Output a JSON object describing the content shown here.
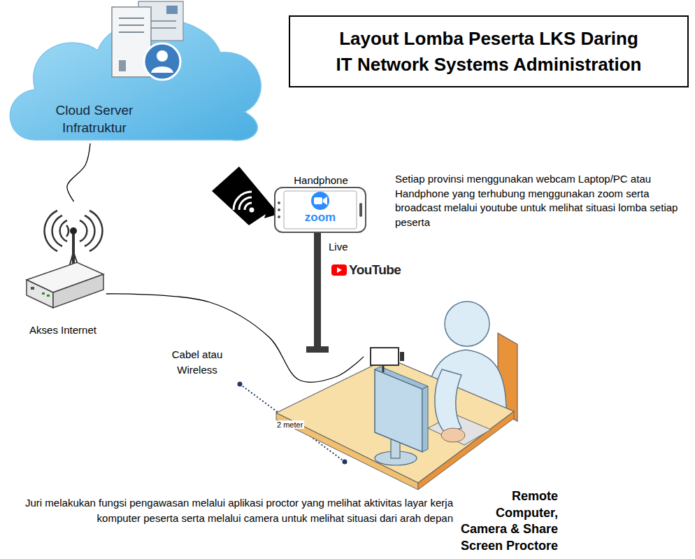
{
  "diagram": {
    "title": "Layout Lomba Peserta LKS Daring IT Network Systems Administration",
    "nodes": [
      {
        "text": [
          "Cloud Server Infratruktur"
        ]
      },
      {
        "text": [
          "Akses Internet"
        ]
      },
      {
        "text": [
          "Handphone"
        ]
      },
      {
        "text": [
          "Remote Computer, Camera & Share Screen Proctore"
        ]
      }
    ],
    "edges": [
      {
        "from": 0,
        "to": 1,
        "arrow": "none"
      },
      {
        "from": 1,
        "to": 3,
        "label": "Cabel atau Wireless",
        "arrow": "none"
      }
    ],
    "labels": [
      "Setiap provinsi menggunakan webcam Laptop/PC atau Handphone yang terhubung menggunakan zoom serta broadcast melalui youtube untuk melihat situasi lomba setiap peserta",
      "zoom",
      "Live",
      "YouTube",
      "2 meter",
      "Juri melakukan fungsi pengawasan melalui aplikasi proctor yang melihat aktivitas layar kerja komputer peserta serta melalui camera untuk melihat situasi dari arah depan"
    ]
  }
}
